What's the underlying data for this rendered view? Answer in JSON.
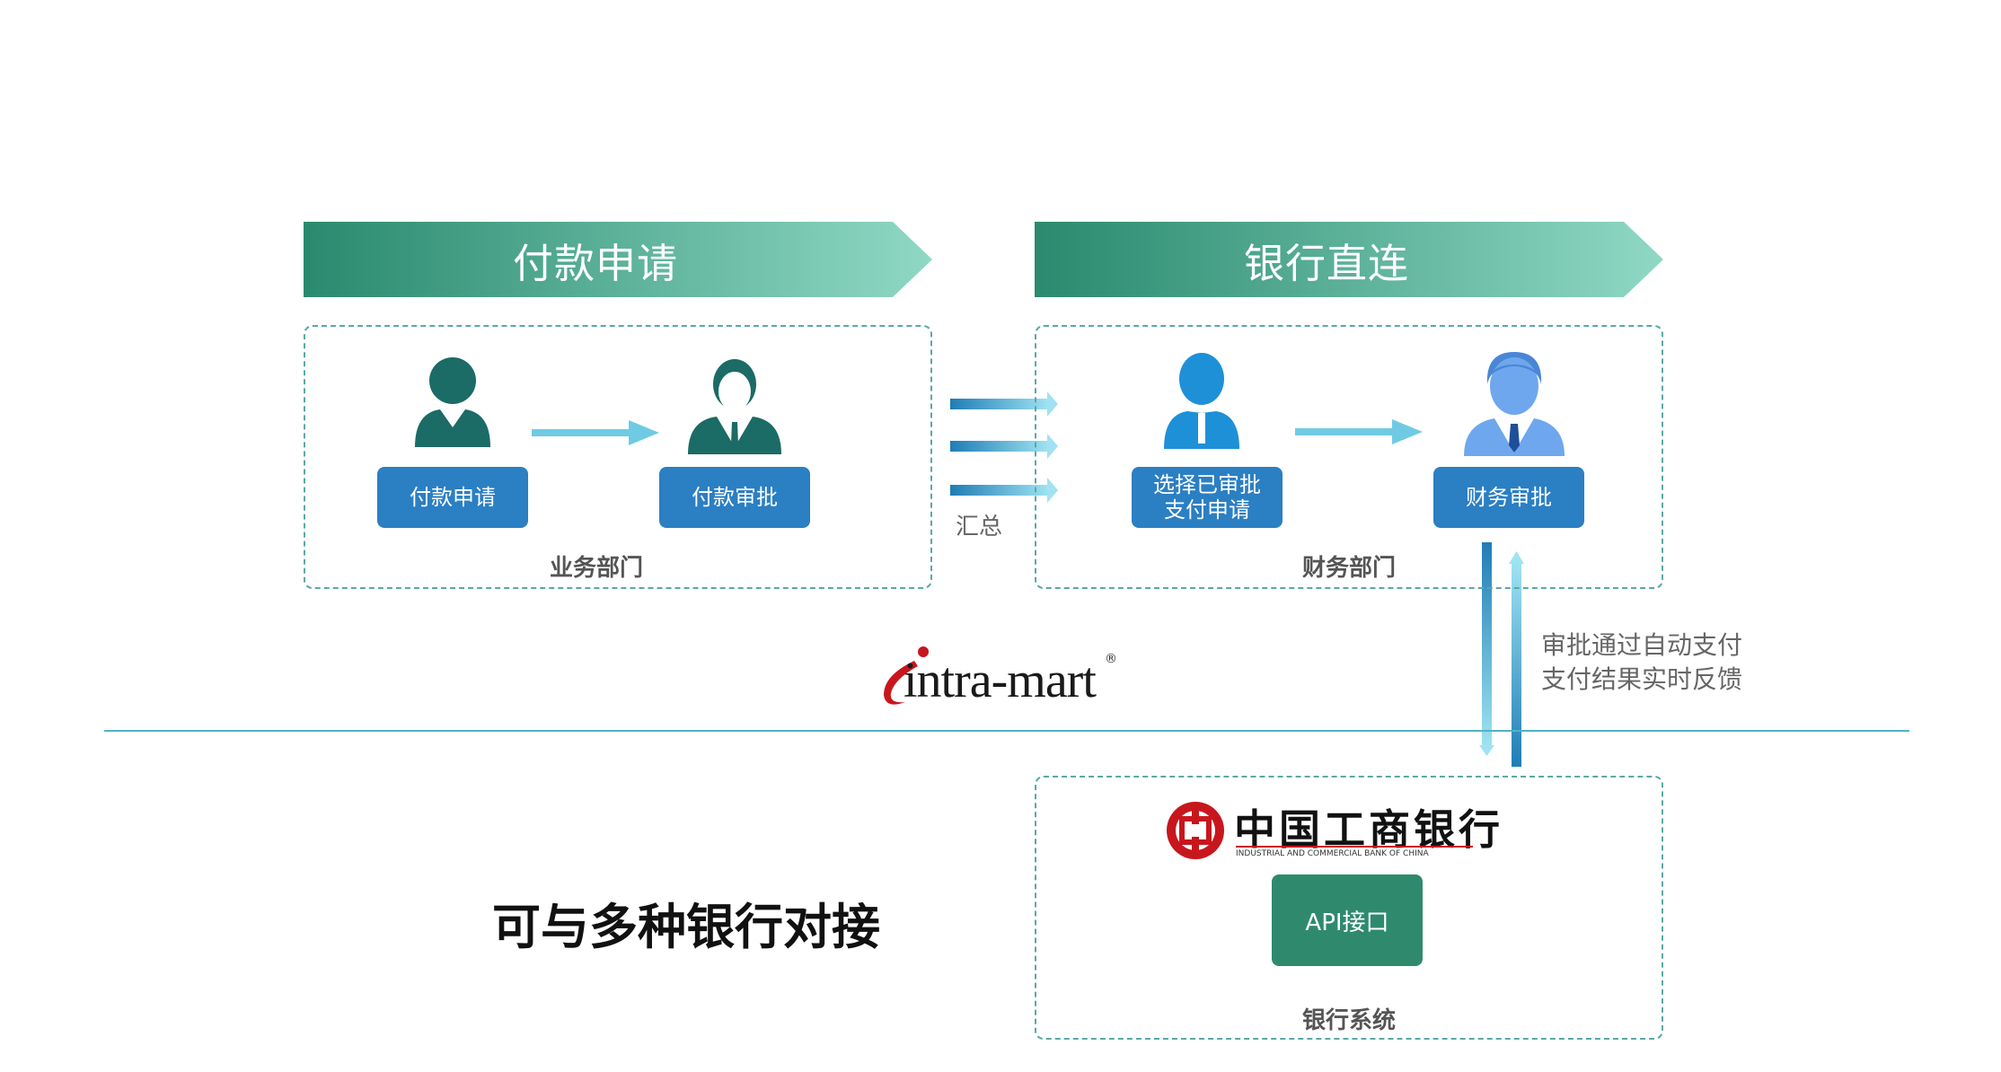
{
  "banners": {
    "left": "付款申请",
    "right": "银行直连"
  },
  "business_dept": {
    "label": "业务部门",
    "step1": "付款申请",
    "step2": "付款审批"
  },
  "aggregate_label": "汇总",
  "finance_dept": {
    "label": "财务部门",
    "step1_line1": "选择已审批",
    "step1_line2": "支付申请",
    "step2": "财务审批"
  },
  "flow_notes": {
    "line1": "审批通过自动支付",
    "line2": "支付结果实时反馈"
  },
  "logo_intramart": {
    "text": "intra-mart",
    "mark": "®"
  },
  "bank_system": {
    "label": "银行系统",
    "bank_name_cn": "中国工商银行",
    "bank_name_en": "INDUSTRIAL AND COMMERCIAL BANK OF CHINA",
    "api_button": "API接口"
  },
  "tagline": "可与多种银行对接",
  "colors": {
    "banner_dark": "#2a8a6e",
    "banner_light": "#8fd8c4",
    "button_blue": "#2b7fc3",
    "person_teal": "#1b6b66",
    "person_blue": "#1e90d8",
    "arrow_light": "#6fcbe3",
    "api_green": "#2f8a6d",
    "icbc_red": "#c8161d"
  }
}
